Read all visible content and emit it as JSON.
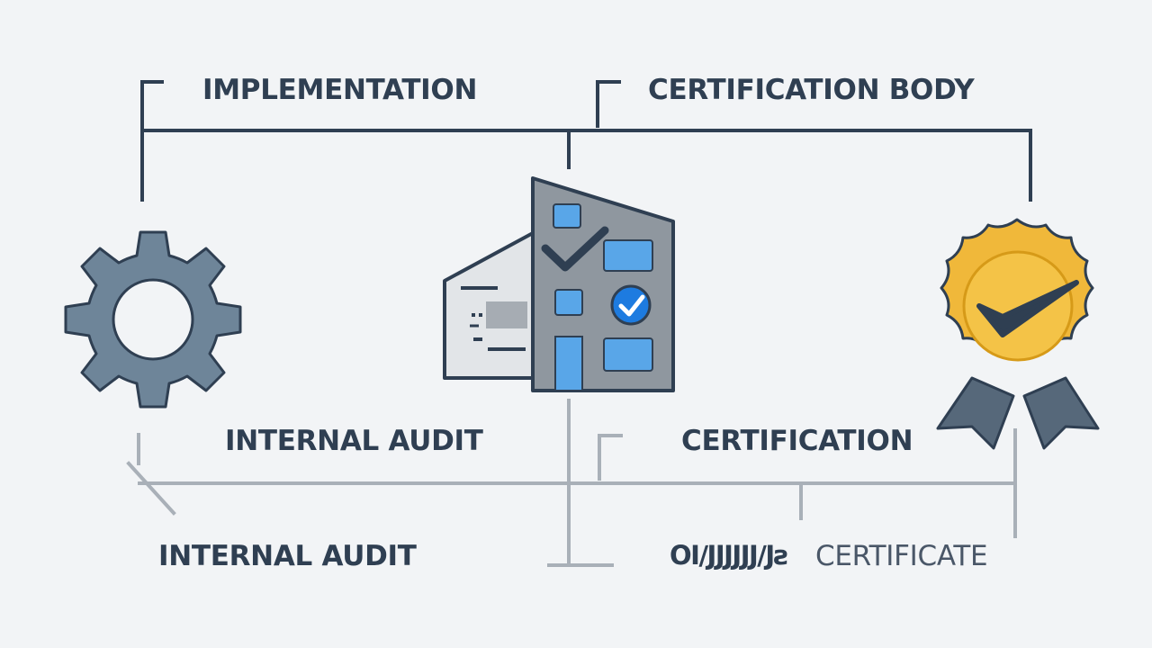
{
  "labels": {
    "implementation": "IMPLEMENTATION",
    "certification_body": "CERTIFICATION BODY",
    "internal_audit_upper": "INTERNAL AUDIT",
    "certification": "CERTIFICATION",
    "internal_audit_lower": "INTERNAL AUDIT",
    "garbled_text": "OI∕JJJJJJ∕Jƨ",
    "certificate": "CERTIFICATE"
  },
  "icons": {
    "left": "gear-icon",
    "center": "checklist-building-icon",
    "right": "award-badge-icon"
  },
  "colors": {
    "background": "#f2f4f6",
    "line_dark": "#2f3f52",
    "line_gray": "#a9b0b8",
    "gear": "#6e8599",
    "building_gray": "#8f979f",
    "accent_blue": "#59a6e8",
    "badge_gold": "#f0b83a",
    "ribbon": "#56687a"
  }
}
